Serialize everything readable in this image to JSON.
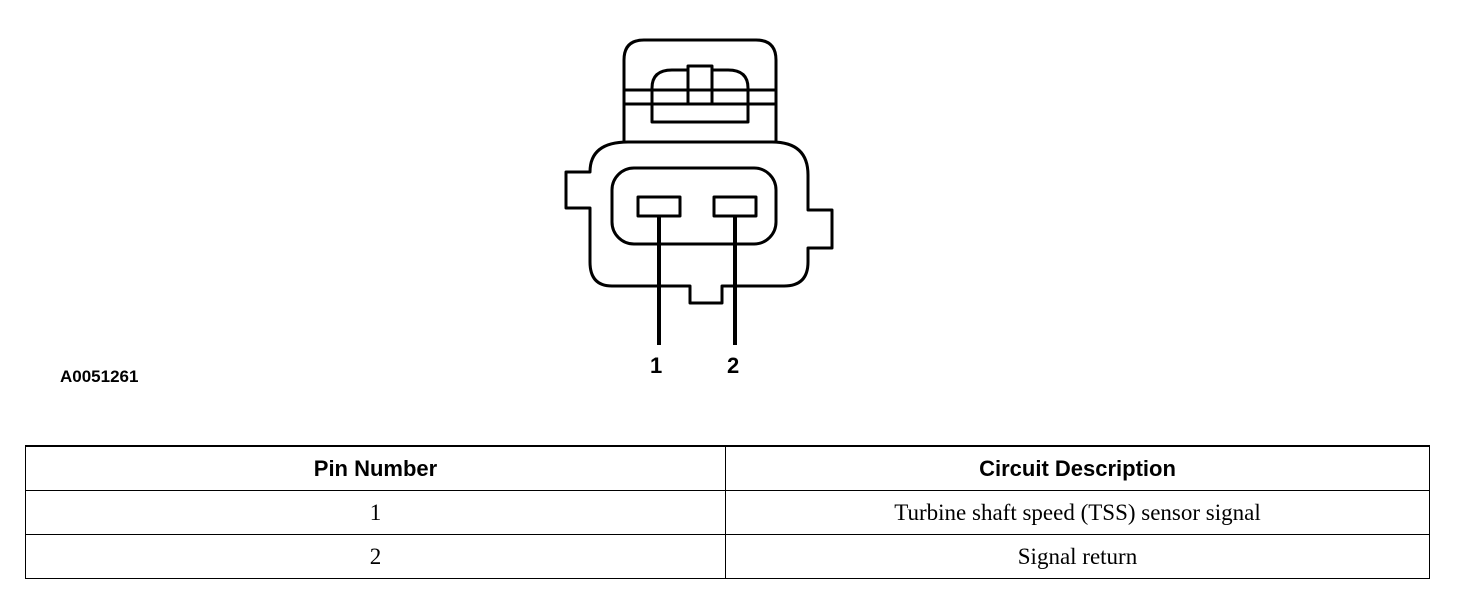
{
  "figure_id": "A0051261",
  "pin_callouts": [
    "1",
    "2"
  ],
  "table": {
    "headers": [
      "Pin Number",
      "Circuit Description"
    ],
    "rows": [
      [
        "1",
        "Turbine shaft speed (TSS) sensor signal"
      ],
      [
        "2",
        "Signal return"
      ]
    ]
  }
}
